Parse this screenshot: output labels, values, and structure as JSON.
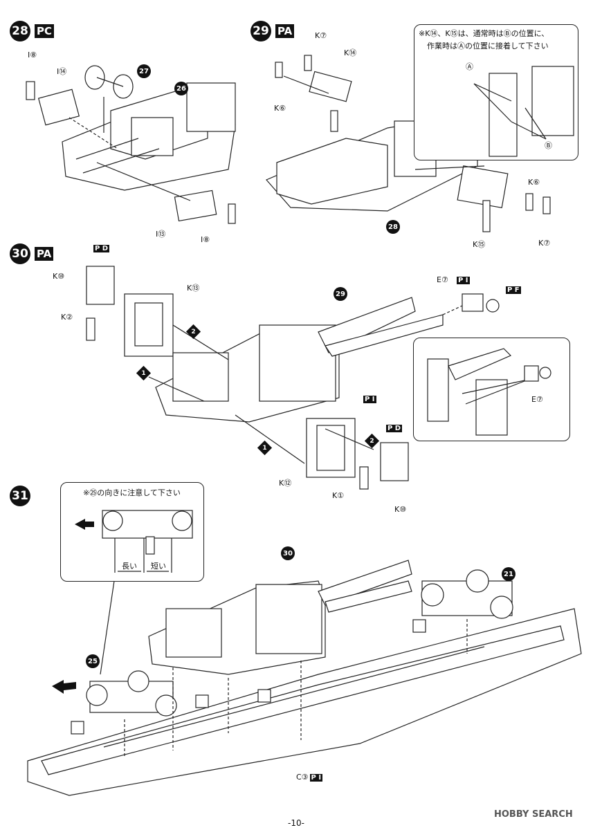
{
  "steps": [
    {
      "number": "28",
      "tag": "PC"
    },
    {
      "number": "29",
      "tag": "PA"
    },
    {
      "number": "30",
      "tag": "PA"
    },
    {
      "number": "31"
    }
  ],
  "notes": {
    "step29_note_line1": "※K⑭、K⑮は、通常時はⒷの位置に、",
    "step29_note_line2": "作業時はⒶの位置に接着して下さい",
    "step31_note": "※㉕の向きに注意して下さい",
    "long_label": "長い",
    "short_label": "短い"
  },
  "labels": {
    "s28": [
      "I⑧",
      "I⑭",
      "I⑬",
      "I⑧"
    ],
    "s28_refs": [
      "27",
      "26"
    ],
    "s29": [
      "K⑦",
      "K⑭",
      "K⑥",
      "K⑥",
      "K⑮",
      "K⑦"
    ],
    "s29_refs": [
      "28"
    ],
    "s29_note_marks": [
      "Ⓐ",
      "Ⓑ"
    ],
    "s30": [
      "K⑩",
      "K②",
      "K⑬",
      "E⑦",
      "K⑫",
      "K①",
      "K⑩",
      "E⑦"
    ],
    "s30_tags": [
      "P D",
      "P I",
      "P F",
      "P I",
      "P D"
    ],
    "s30_refs": [
      "29"
    ],
    "s30_arrows": [
      "2",
      "1",
      "1",
      "2"
    ],
    "s31_refs": [
      "30",
      "21",
      "25"
    ],
    "s31_part": "C③",
    "s31_tag": "P I"
  },
  "footer": {
    "page": "-10-",
    "watermark": "HOBBY SEARCH"
  }
}
